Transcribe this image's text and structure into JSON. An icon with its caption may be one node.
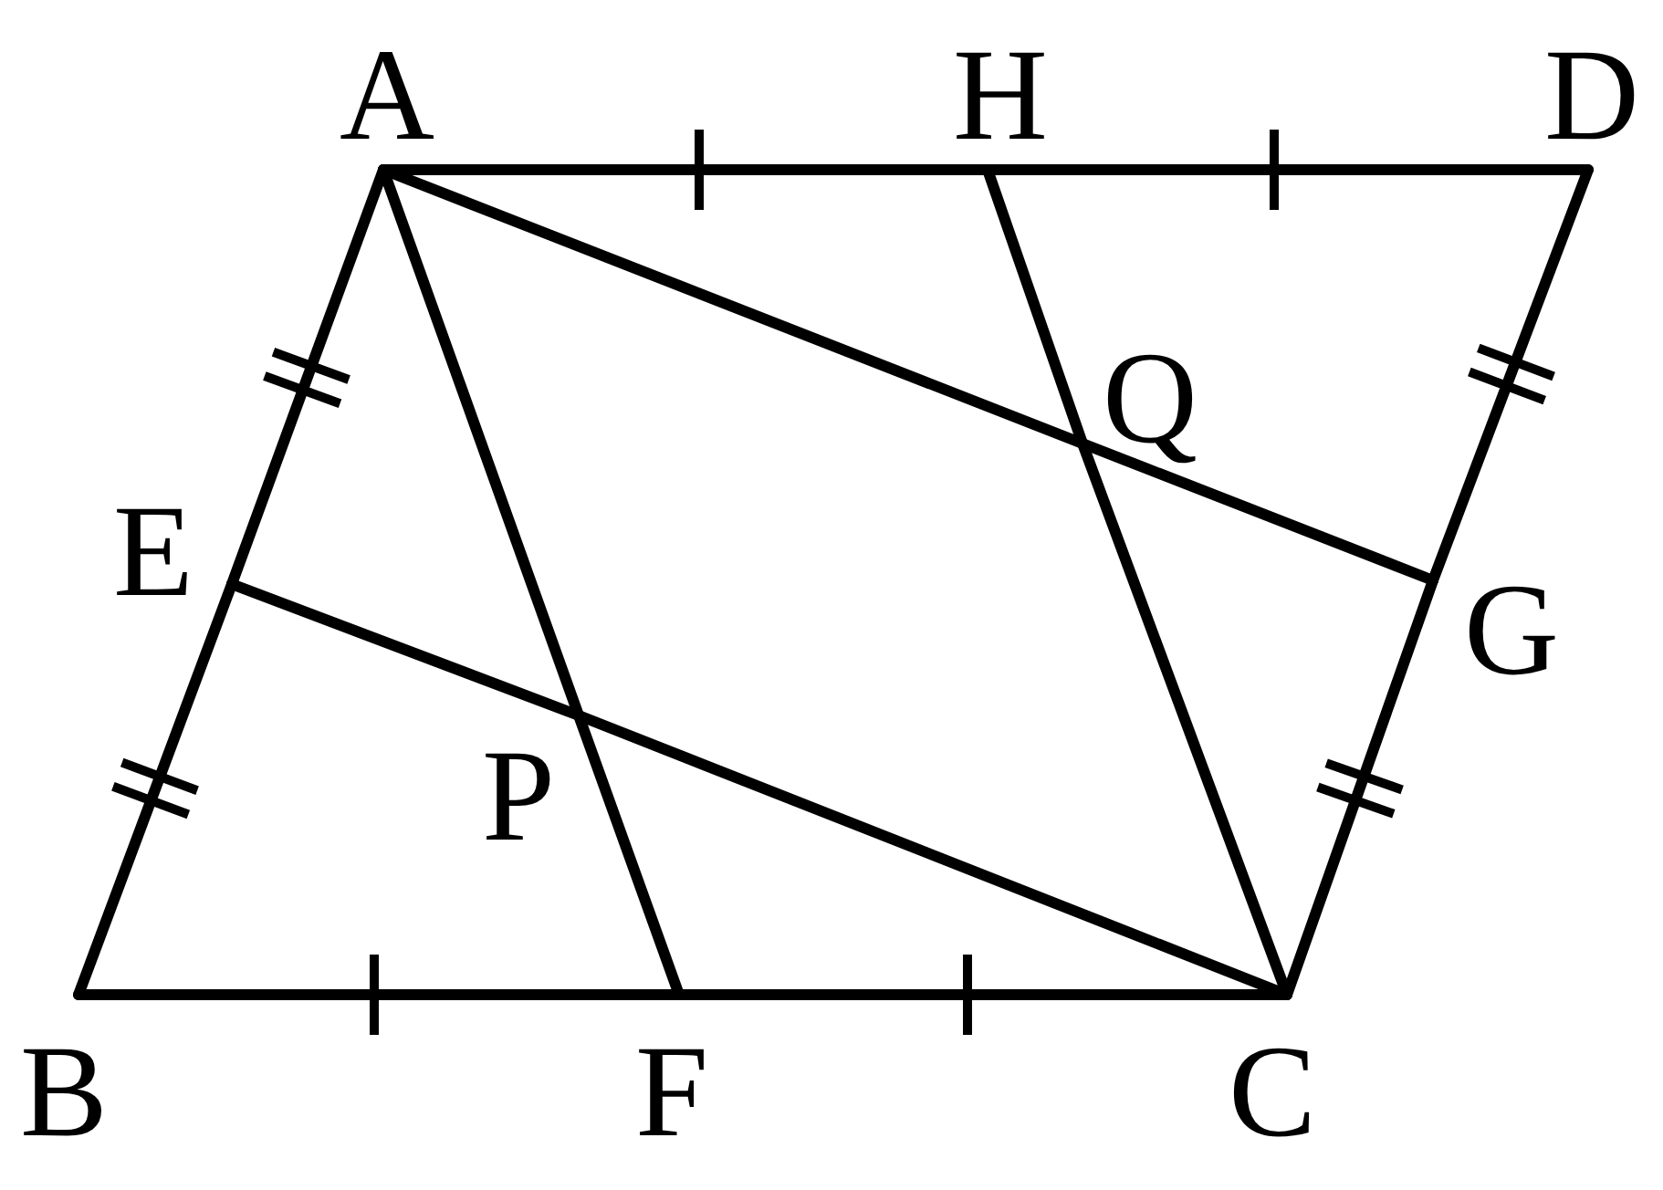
{
  "diagram": {
    "nodes": [
      {
        "text": [
          "A"
        ]
      },
      {
        "text": [
          "H"
        ]
      },
      {
        "text": [
          "D"
        ]
      },
      {
        "text": [
          "E"
        ]
      },
      {
        "text": [
          "Q"
        ]
      },
      {
        "text": [
          "G"
        ]
      },
      {
        "text": [
          "P"
        ]
      },
      {
        "text": [
          "B"
        ]
      },
      {
        "text": [
          "F"
        ]
      },
      {
        "text": [
          "C"
        ]
      }
    ],
    "edges": [
      {
        "from": 0,
        "to": 1,
        "arrow": "none"
      },
      {
        "from": 1,
        "to": 2,
        "arrow": "none"
      },
      {
        "from": 2,
        "to": 5,
        "arrow": "none"
      },
      {
        "from": 5,
        "to": 9,
        "arrow": "none"
      },
      {
        "from": 9,
        "to": 8,
        "arrow": "none"
      },
      {
        "from": 8,
        "to": 7,
        "arrow": "none"
      },
      {
        "from": 7,
        "to": 3,
        "arrow": "none"
      },
      {
        "from": 3,
        "to": 0,
        "arrow": "none"
      },
      {
        "from": 0,
        "to": 6,
        "arrow": "none"
      },
      {
        "from": 6,
        "to": 8,
        "arrow": "none"
      },
      {
        "from": 3,
        "to": 6,
        "arrow": "none"
      },
      {
        "from": 6,
        "to": 9,
        "arrow": "none"
      },
      {
        "from": 0,
        "to": 4,
        "arrow": "none"
      },
      {
        "from": 4,
        "to": 5,
        "arrow": "none"
      },
      {
        "from": 1,
        "to": 4,
        "arrow": "none"
      },
      {
        "from": 4,
        "to": 9,
        "arrow": "none"
      }
    ]
  }
}
